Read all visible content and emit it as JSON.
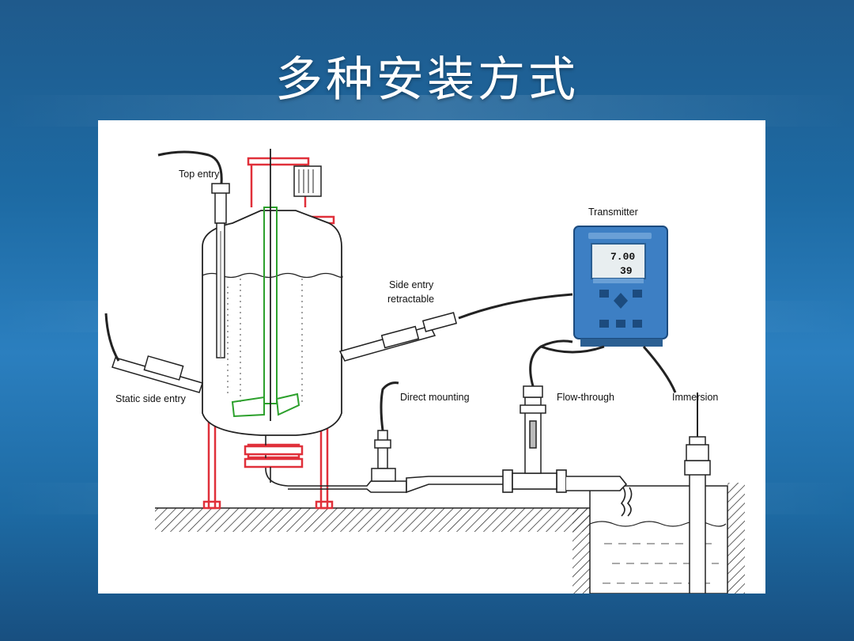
{
  "slide": {
    "title": "多种安装方式"
  },
  "diagram": {
    "labels": {
      "top_entry": "Top entry",
      "transmitter": "Transmitter",
      "side_entry_line1": "Side entry",
      "side_entry_line2": "retractable",
      "static_side_entry": "Static side entry",
      "direct_mounting": "Direct mounting",
      "flow_through": "Flow-through",
      "immersion": "Immersion"
    },
    "transmitter_display": {
      "value1": "7.00",
      "value2": "39"
    },
    "colors": {
      "background": "#1d6aa3",
      "frame": "#e0303a",
      "agitator": "#2ca02c",
      "transmitter": "#3d7fc4"
    }
  }
}
